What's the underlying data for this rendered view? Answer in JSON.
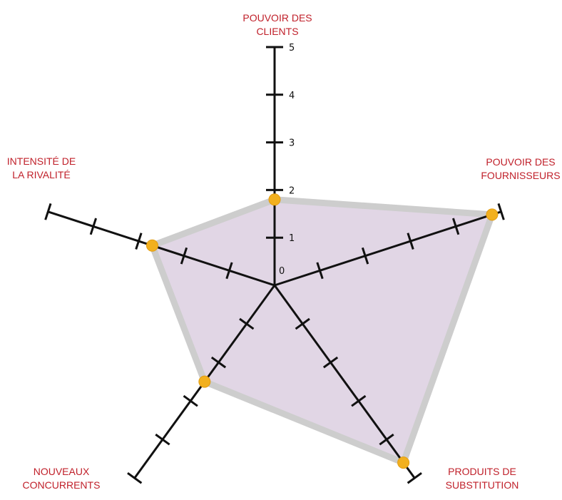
{
  "chart_data": {
    "type": "radar",
    "title": "",
    "scale": {
      "min": 0,
      "max": 5,
      "ticks": [
        "0",
        "1",
        "2",
        "3",
        "4",
        "5"
      ]
    },
    "axes": [
      {
        "label_lines": [
          "POUVOIR DES",
          "CLIENTS"
        ],
        "value": 1.8
      },
      {
        "label_lines": [
          "POUVOIR DES",
          "FOURNISSEURS"
        ],
        "value": 4.8
      },
      {
        "label_lines": [
          "PRODUITS DE",
          "SUBSTITUTION"
        ],
        "value": 4.6
      },
      {
        "label_lines": [
          "NOUVEAUX",
          "CONCURRENTS"
        ],
        "value": 2.5
      },
      {
        "label_lines": [
          "INTENSITÉ DE",
          "LA RIVALITÉ"
        ],
        "value": 2.7
      }
    ],
    "colors": {
      "fill": "#e1d6e5",
      "outline": "#cdcdcd",
      "axis": "#111111",
      "marker": "#f2b01e",
      "label": "#c0202a"
    }
  }
}
